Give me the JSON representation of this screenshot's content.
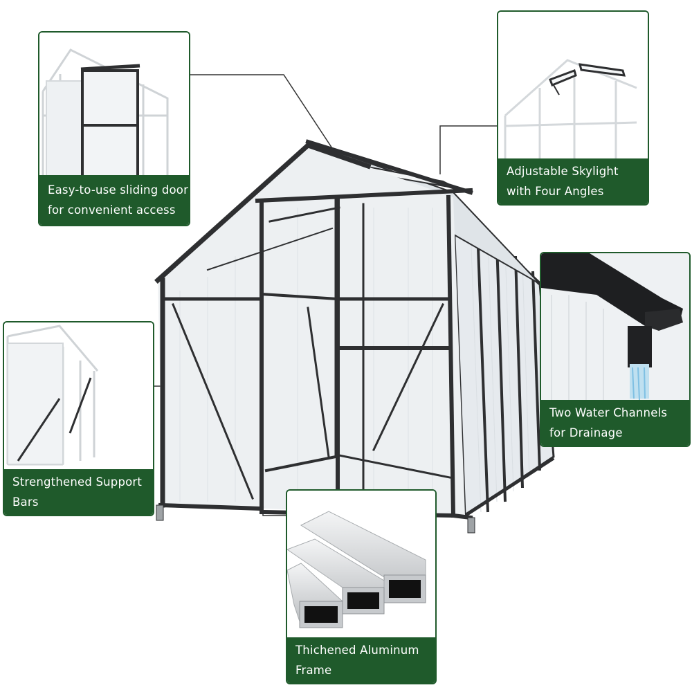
{
  "callouts": {
    "sliding_door": {
      "line1": "Easy-to-use sliding door",
      "line2": "for convenient access"
    },
    "skylight": {
      "line1": "Adjustable Skylight",
      "line2": "with Four Angles"
    },
    "water_channels": {
      "line1": "Two Water Channels",
      "line2": "for Drainage"
    },
    "support_bars": {
      "line1": "Strengthened Support",
      "line2": "Bars"
    },
    "aluminum_frame": {
      "line1": "Thichened Aluminum",
      "line2": "Frame"
    }
  },
  "colors": {
    "caption_green": "#1f5a2b",
    "frame_dark": "#2e2f31",
    "panel": "#e9edf0",
    "leader_line": "#333333"
  },
  "icons": [
    "greenhouse-illustration",
    "door-detail-illustration",
    "skylight-detail-illustration",
    "gutter-detail-illustration",
    "support-bar-detail-illustration",
    "aluminum-profile-illustration"
  ]
}
